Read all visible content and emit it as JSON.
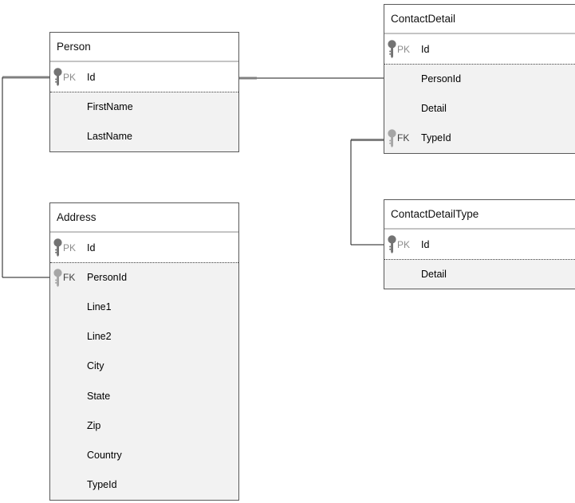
{
  "diagram": {
    "type": "entity-relationship",
    "entities": [
      {
        "id": "person",
        "title": "Person",
        "fields": [
          {
            "key": "PK",
            "name": "Id"
          },
          {
            "key": "",
            "name": "FirstName"
          },
          {
            "key": "",
            "name": "LastName"
          }
        ]
      },
      {
        "id": "address",
        "title": "Address",
        "fields": [
          {
            "key": "PK",
            "name": "Id"
          },
          {
            "key": "FK",
            "name": "PersonId"
          },
          {
            "key": "",
            "name": "Line1"
          },
          {
            "key": "",
            "name": "Line2"
          },
          {
            "key": "",
            "name": "City"
          },
          {
            "key": "",
            "name": "State"
          },
          {
            "key": "",
            "name": "Zip"
          },
          {
            "key": "",
            "name": "Country"
          },
          {
            "key": "",
            "name": "TypeId"
          }
        ]
      },
      {
        "id": "contact-detail",
        "title": "ContactDetail",
        "fields": [
          {
            "key": "PK",
            "name": "Id"
          },
          {
            "key": "",
            "name": "PersonId"
          },
          {
            "key": "",
            "name": "Detail"
          },
          {
            "key": "FK",
            "name": "TypeId"
          }
        ]
      },
      {
        "id": "contact-detail-type",
        "title": "ContactDetailType",
        "fields": [
          {
            "key": "PK",
            "name": "Id"
          },
          {
            "key": "",
            "name": "Detail"
          }
        ]
      }
    ],
    "relationships": [
      {
        "from": "Person.Id",
        "to": "Address.PersonId"
      },
      {
        "from": "Person.Id",
        "to": "ContactDetail.PersonId"
      },
      {
        "from": "ContactDetailType.Id",
        "to": "ContactDetail.TypeId"
      }
    ],
    "colors": {
      "table_border": "#595959",
      "header_separator": "#c4c4c4",
      "header_fill": "#ffffff",
      "pk_section_fill": "#ffffff",
      "body_fill": "#f2f2f2",
      "pk_key_icon": "#737373",
      "fk_key_icon": "#a6a6a6",
      "pk_label": "#8c8c8c",
      "fk_label": "#3f3f3f",
      "field_text": "#000000",
      "connector": "#1a1a1a",
      "connector_stub": "#808080"
    },
    "icons": {
      "pk": "key-icon",
      "fk": "key-icon"
    }
  }
}
